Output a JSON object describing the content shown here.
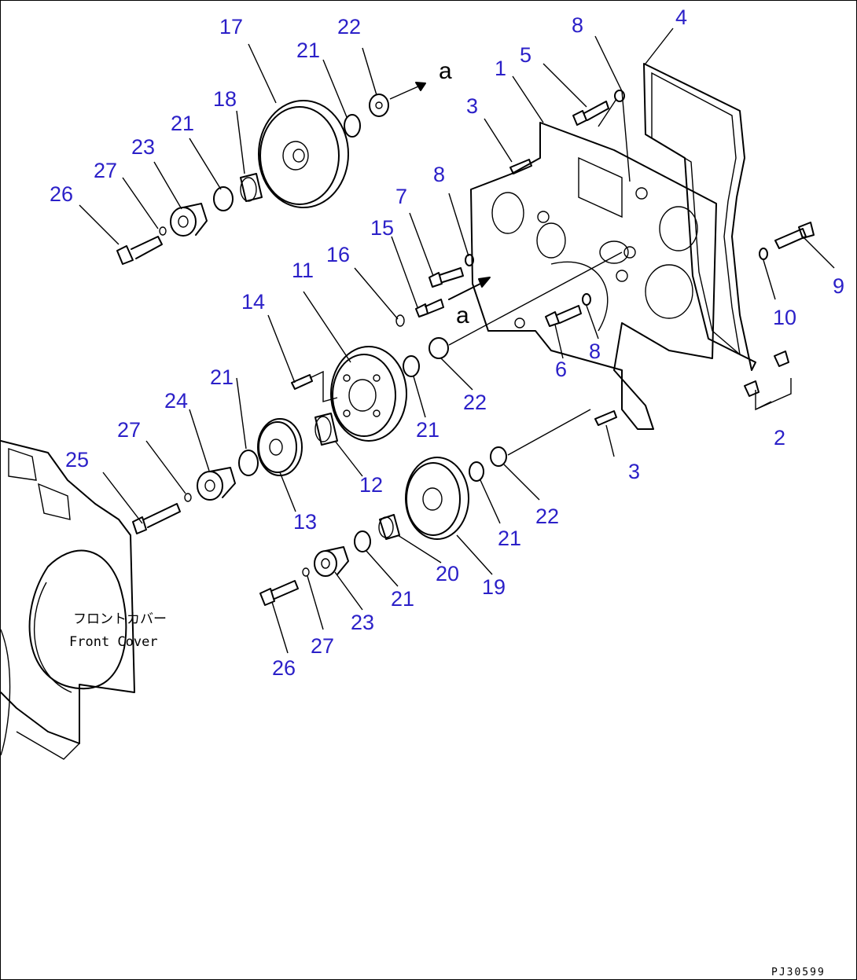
{
  "callouts": [
    {
      "num": "1"
    },
    {
      "num": "2"
    },
    {
      "num": "3"
    },
    {
      "num": "3"
    },
    {
      "num": "4"
    },
    {
      "num": "5"
    },
    {
      "num": "6"
    },
    {
      "num": "7"
    },
    {
      "num": "8"
    },
    {
      "num": "8"
    },
    {
      "num": "8"
    },
    {
      "num": "9"
    },
    {
      "num": "10"
    },
    {
      "num": "11"
    },
    {
      "num": "12"
    },
    {
      "num": "13"
    },
    {
      "num": "14"
    },
    {
      "num": "15"
    },
    {
      "num": "16"
    },
    {
      "num": "17"
    },
    {
      "num": "18"
    },
    {
      "num": "19"
    },
    {
      "num": "20"
    },
    {
      "num": "21"
    },
    {
      "num": "21"
    },
    {
      "num": "21"
    },
    {
      "num": "21"
    },
    {
      "num": "21"
    },
    {
      "num": "21"
    },
    {
      "num": "22"
    },
    {
      "num": "22"
    },
    {
      "num": "22"
    },
    {
      "num": "23"
    },
    {
      "num": "23"
    },
    {
      "num": "24"
    },
    {
      "num": "25"
    },
    {
      "num": "26"
    },
    {
      "num": "26"
    },
    {
      "num": "27"
    },
    {
      "num": "27"
    },
    {
      "num": "27"
    }
  ],
  "connector_marks": {
    "top": "a",
    "middle": "a"
  },
  "front_cover_label": {
    "jp": "フロントカバー",
    "en": "Front Cover"
  },
  "drawing_code": "PJ30599",
  "colors": {
    "callout": "#2b20c8",
    "line": "#000000",
    "background": "#ffffff"
  }
}
